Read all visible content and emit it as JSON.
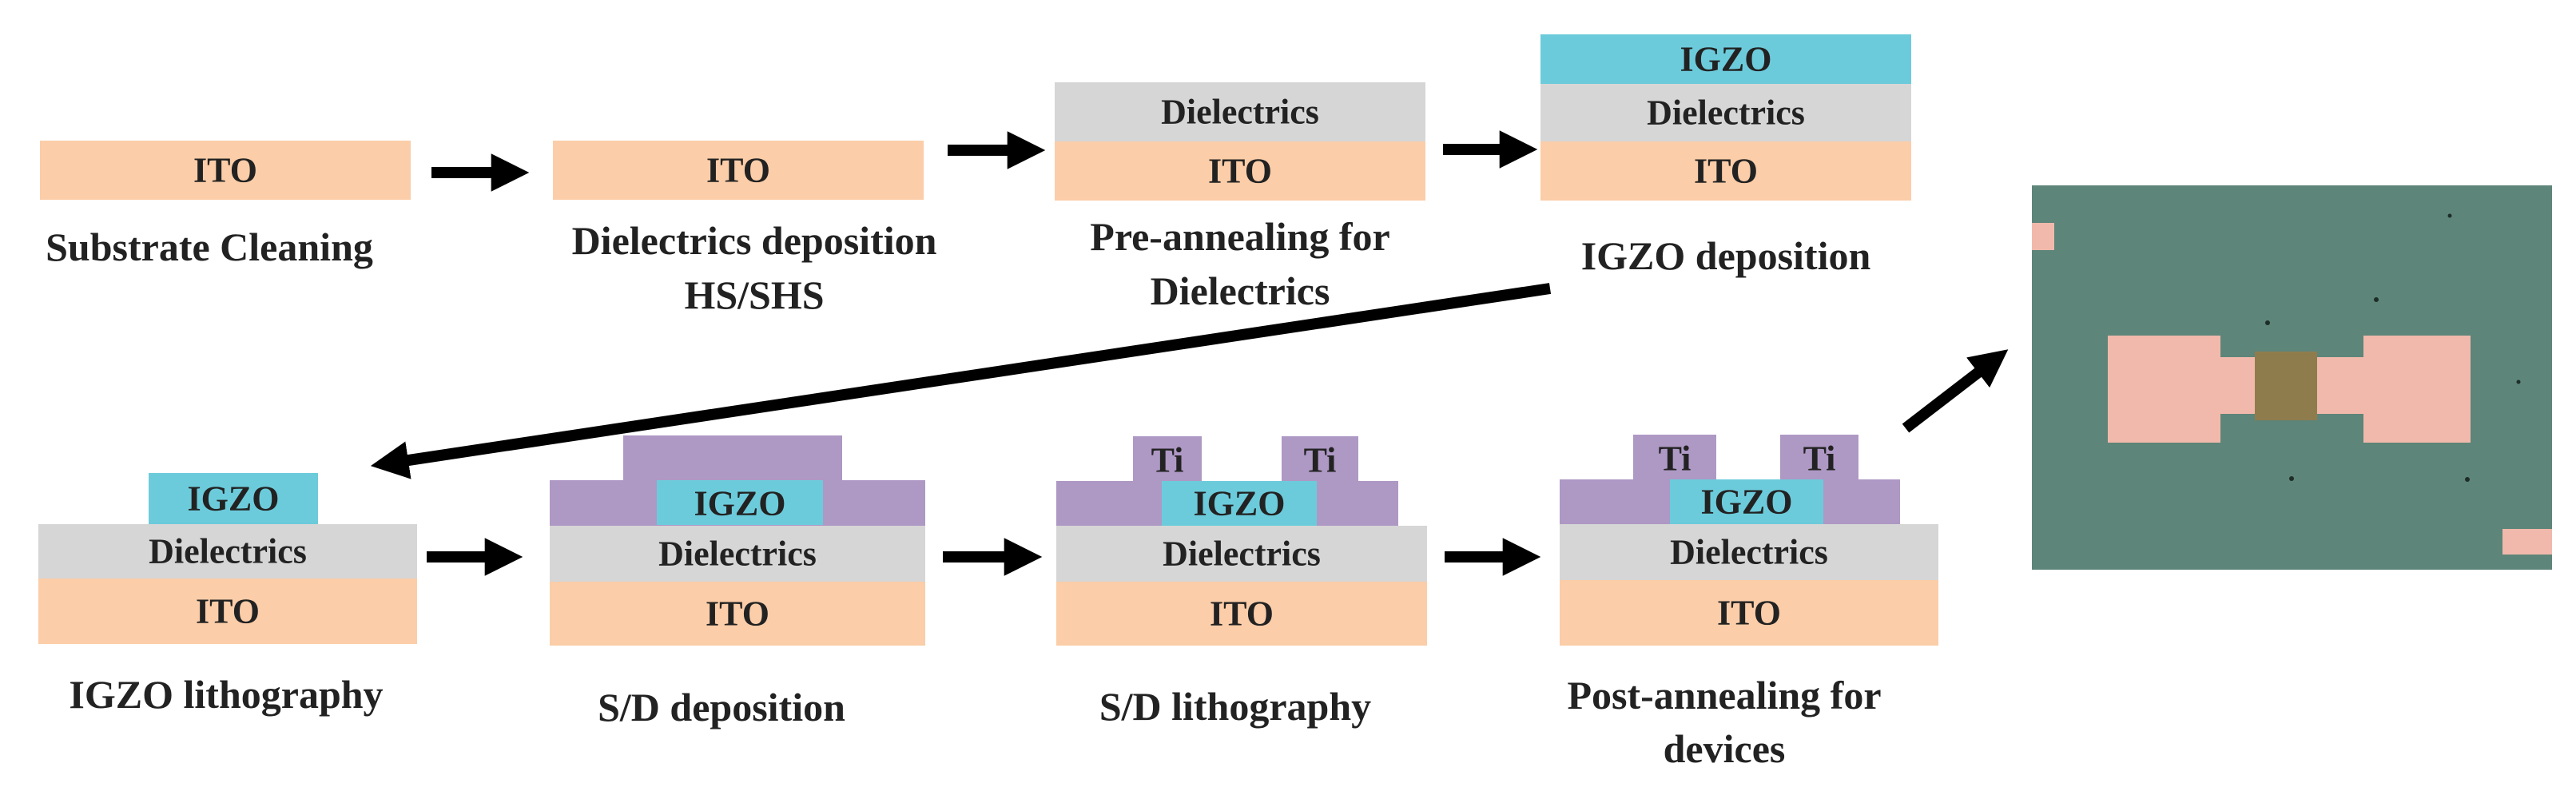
{
  "colors": {
    "ito": "#fbcda8",
    "dielectrics": "#d6d6d6",
    "igzo": "#6ccbdb",
    "ti": "#ae98c4",
    "arrow": "#000000",
    "micro_bg": "#5e8579",
    "micro_pad": "#f1b9ac",
    "micro_channel": "#8f7c4d"
  },
  "labels": {
    "ito": "ITO",
    "dielectrics": "Dielectrics",
    "igzo": "IGZO",
    "ti": "Ti"
  },
  "steps": [
    {
      "caption": [
        "Substrate Cleaning"
      ]
    },
    {
      "caption": [
        "Dielectrics deposition",
        "HS/SHS"
      ]
    },
    {
      "caption": [
        "Pre-annealing for",
        "Dielectrics"
      ]
    },
    {
      "caption": [
        "IGZO deposition"
      ]
    },
    {
      "caption": [
        "IGZO lithography"
      ]
    },
    {
      "caption": [
        "S/D  deposition"
      ]
    },
    {
      "caption": [
        "S/D lithography"
      ]
    },
    {
      "caption": [
        "Post-annealing for",
        "devices"
      ]
    }
  ],
  "micrograph": {
    "icon": "device-micrograph-image"
  }
}
